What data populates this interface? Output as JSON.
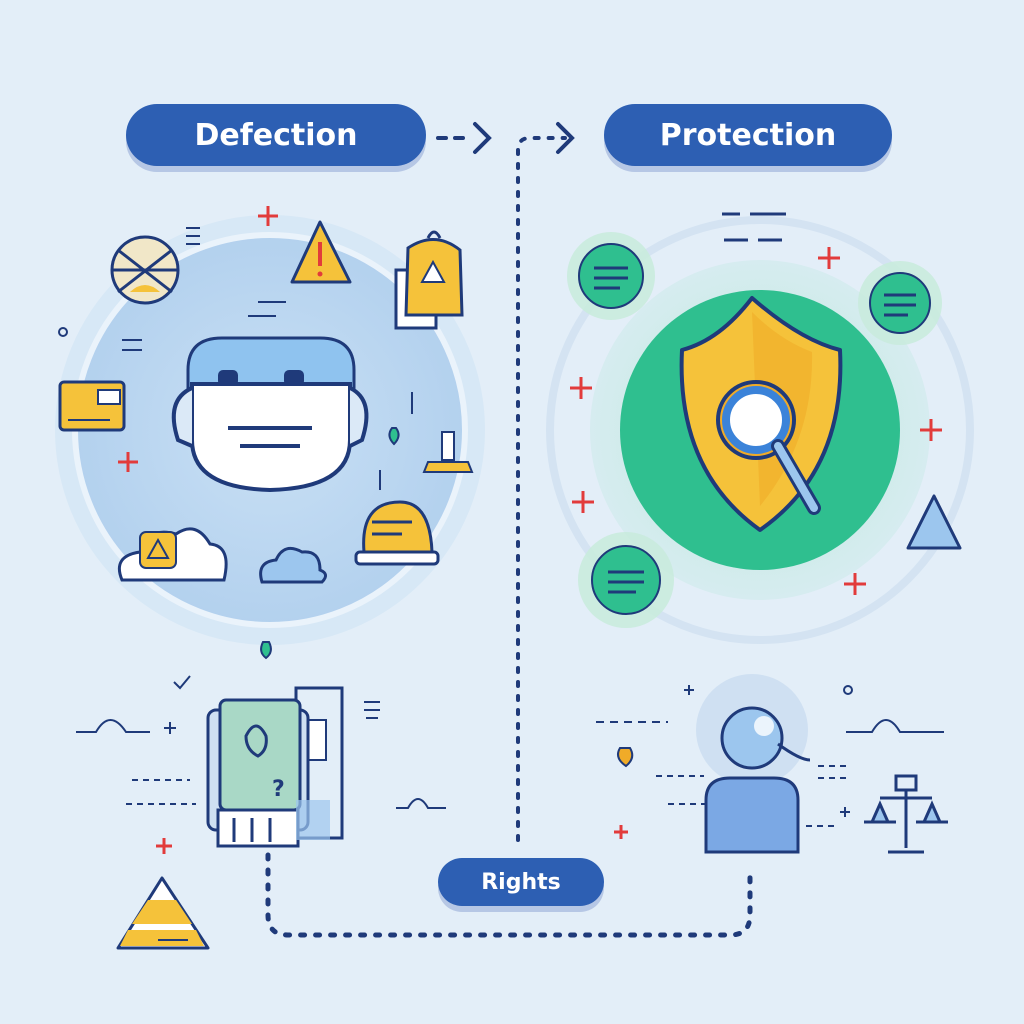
{
  "labels": {
    "defection": "Defection",
    "protection": "Protection",
    "rights": "Rights"
  },
  "colors": {
    "background": "#e3eef8",
    "pill_fill": "#2d5fb3",
    "line_navy": "#1f3a7a",
    "accent_yellow": "#f5c23a",
    "accent_green": "#2fbf8f",
    "accent_red": "#e23b3b",
    "soft_blue": "#9cc6ee"
  },
  "icons": [
    "radar-icon",
    "warning-icon",
    "bell-warning-icon",
    "id-card-icon",
    "mask-face-icon",
    "cloud-warning-icon",
    "cloud-icon",
    "helmet-icon",
    "lamp-icon",
    "shield-magnifier-icon",
    "document-icon",
    "person-avatar-icon",
    "scales-icon",
    "passport-icon",
    "pyramid-icon",
    "triangle-icon"
  ]
}
